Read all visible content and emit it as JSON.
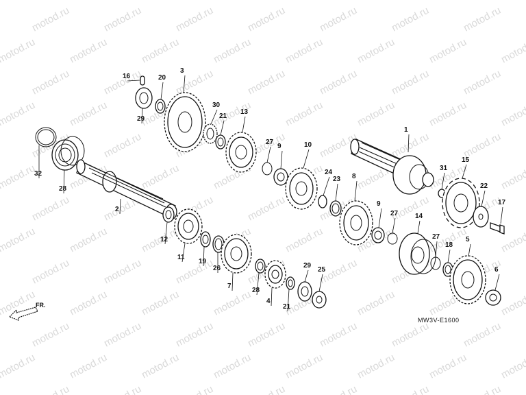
{
  "watermark": "motod.ru",
  "diagram_code": "MW3V-E1600",
  "front_label": "FR.",
  "part_numbers": [
    "1",
    "2",
    "3",
    "4",
    "5",
    "6",
    "7",
    "8",
    "9",
    "9",
    "10",
    "11",
    "12",
    "13",
    "14",
    "15",
    "16",
    "17",
    "18",
    "19",
    "20",
    "21",
    "21",
    "22",
    "23",
    "24",
    "25",
    "26",
    "27",
    "27",
    "27",
    "28",
    "28",
    "29",
    "29",
    "30",
    "31",
    "32"
  ]
}
